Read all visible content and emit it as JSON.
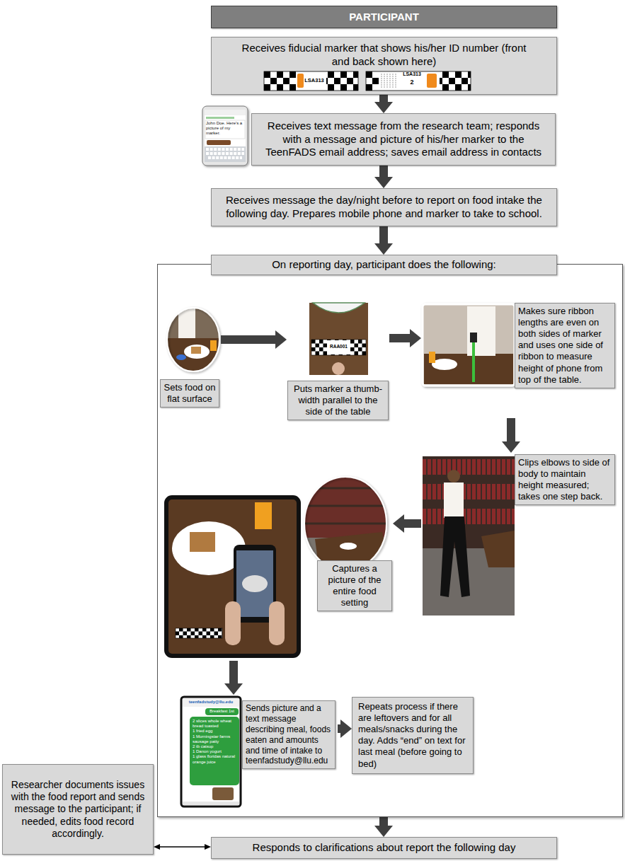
{
  "diagram": {
    "nodes": [
      {
        "text": [
          "PARTICIPANT"
        ]
      },
      {
        "text": [
          "Receives fiducial marker that shows his/her ID number (front and back shown here)"
        ]
      },
      {
        "text": [
          "Receives text message from the research team; responds with a message and picture of his/her marker to the TeenFADS email address; saves email address in contacts"
        ]
      },
      {
        "text": [
          "Receives message the day/night before to report on food intake the following day. Prepares mobile phone and marker to take to school."
        ]
      },
      {
        "text": [
          "On reporting day, participant does the following:"
        ]
      },
      {
        "text": [
          "Sets food on flat surface"
        ],
        "in": 4
      },
      {
        "text": [
          "Puts marker a thumb-width parallel to the side of the table"
        ],
        "in": 4
      },
      {
        "text": [
          "Makes sure ribbon lengths are even on both sides of marker and uses one side of ribbon to measure height of phone from top of the table."
        ],
        "in": 4
      },
      {
        "text": [
          "Clips elbows to side of body to maintain height measured; takes one step back."
        ],
        "in": 4
      },
      {
        "text": [
          "Captures a picture of the entire food setting"
        ],
        "in": 4
      },
      {
        "text": [
          "Sends picture and a text message describing meal, foods eaten and amounts and time of intake to teenfadstudy@llu.edu"
        ],
        "in": 4
      },
      {
        "text": [
          "Repeats process if there are leftovers and for all meals/snacks during the day. Adds “end” on text for last meal (before going to bed)"
        ],
        "in": 4
      },
      {
        "text": [
          "Responds to clarifications about report the following day"
        ]
      },
      {
        "text": [
          "Researcher documents issues with the food report and sends message to the participant; if needed, edits food record accordingly."
        ]
      }
    ],
    "edges": [
      {
        "from": 1,
        "to": 2,
        "arrow": "to"
      },
      {
        "from": 2,
        "to": 3,
        "arrow": "to"
      },
      {
        "from": 3,
        "to": 4,
        "arrow": "to"
      },
      {
        "from": 5,
        "to": 6,
        "arrow": "to"
      },
      {
        "from": 6,
        "to": 7,
        "arrow": "to"
      },
      {
        "from": 7,
        "to": 8,
        "arrow": "to"
      },
      {
        "from": 8,
        "to": 9,
        "arrow": "to"
      },
      {
        "from": 9,
        "to": 10,
        "arrow": "to"
      },
      {
        "from": 10,
        "to": 11,
        "arrow": "to"
      },
      {
        "from": 4,
        "to": 12,
        "arrow": "to"
      },
      {
        "from": 12,
        "to": 13,
        "arrow": "both"
      }
    ],
    "labels": [
      "John Doe. Here's a picture of my marker.",
      "LSA313",
      "LSA313",
      "2",
      "RAA001",
      "teenfadstudy@llu.edu",
      "Breakfast 1st",
      "2 slices whole wheat bread toasted",
      "1 fried egg",
      "1 Morningstar farms sausage patty",
      "2 tb catsup",
      "1 Danon yogurt",
      "1 glass floridas natural orange juice"
    ]
  }
}
